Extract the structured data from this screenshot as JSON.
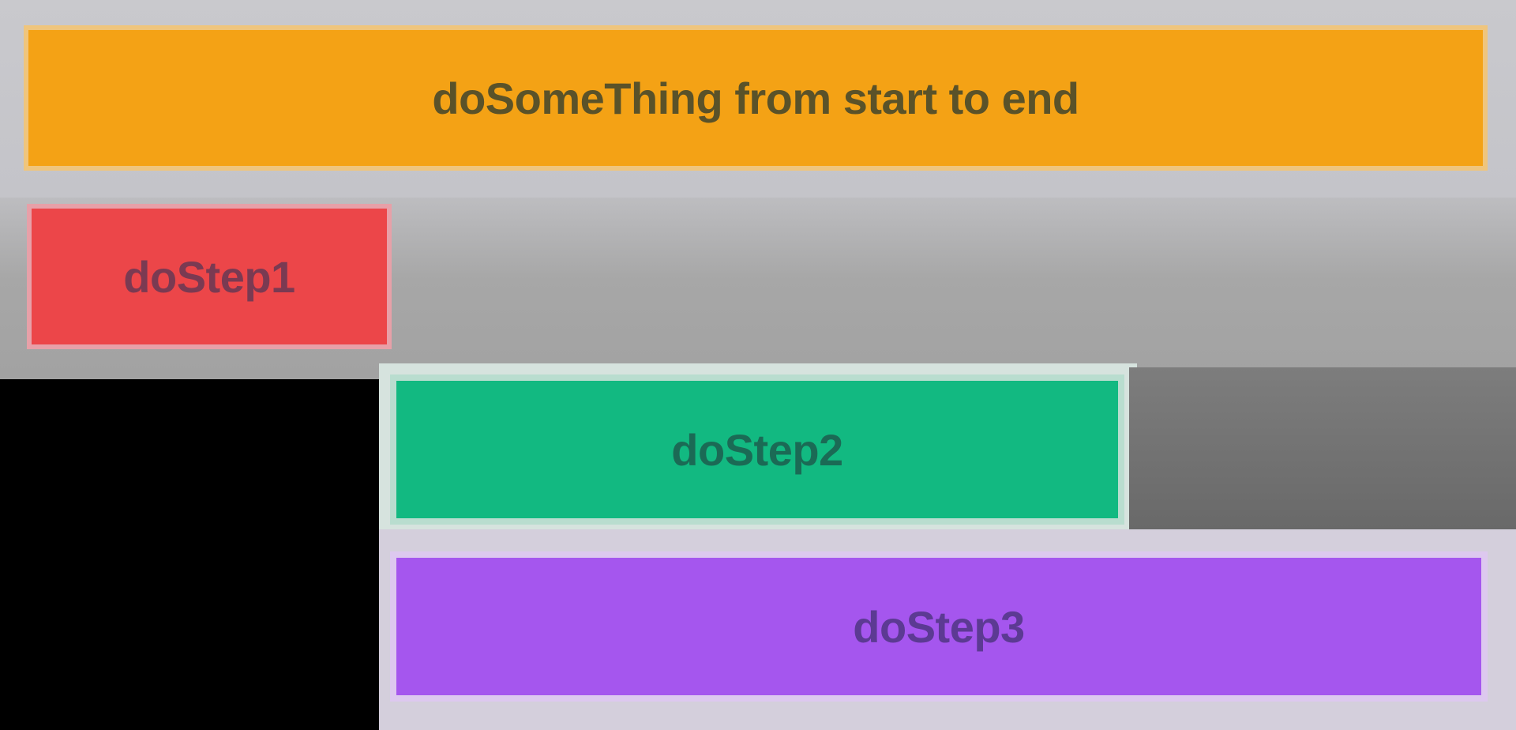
{
  "diagram": {
    "main_label": "doSomeThing from start to end",
    "step1_label": "doStep1",
    "step2_label": "doStep2",
    "step3_label": "doStep3"
  },
  "colors": {
    "main": "#f4a215",
    "step1": "#ec4649",
    "step2": "#12b981",
    "step3": "#a556ee"
  }
}
